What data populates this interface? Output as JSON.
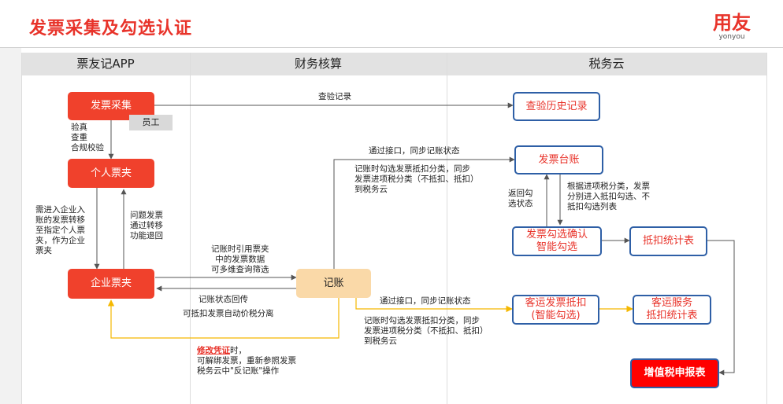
{
  "title": "发票采集及勾选认证",
  "logo": {
    "main": "用友",
    "sub": "yonyou"
  },
  "lanes": [
    "票友记APP",
    "财务核算",
    "税务云"
  ],
  "boxes": {
    "invoice_collect": "发票采集",
    "employee": "员工",
    "personal_folder": "个人票夹",
    "enterprise_folder": "企业票夹",
    "bookkeeping": "记账",
    "verify_history": "查验历史记录",
    "invoice_ledger": "发票台账",
    "select_confirm": "发票勾选确认\n智能勾选",
    "deduct_stats": "抵扣统计表",
    "passenger_deduct": "客运发票抵扣\n(智能勾选)",
    "passenger_stats": "客运服务\n抵扣统计表",
    "vat_report": "增值税申报表"
  },
  "labels": {
    "check_record": "查验记录",
    "verify_steps": "验真\n查重\n合规校验",
    "need_transfer": "需进入企业入\n账的发票转移\n至指定个人票\n夹，作为企业\n票夹",
    "problem_return": "问题发票\n通过转移\n功能退回",
    "sync_top": "通过接口，同步记账状态",
    "select_top": "记账时勾选发票抵扣分类，同步\n发票进项税分类（不抵扣、抵扣）\n到税务云",
    "return_status": "返回勾\n选状态",
    "by_category": "根据进项税分类，发票\n分别进入抵扣勾选、不\n抵扣勾选列表",
    "reference": "记账时引用票夹\n中的发票数据\n可多维查询筛选",
    "status_return": "记账状态回传",
    "auto_separate": "可抵扣发票自动价税分离",
    "sync_bottom": "通过接口，同步记账状态",
    "select_bottom": "记账时勾选发票抵扣分类，同步\n发票进项税分类（不抵扣、抵扣）\n到税务云",
    "modify_strong": "修改凭证",
    "modify_rest": "时，\n可解绑发票，重新参照发票\n税务云中\"反记账\"操作"
  },
  "colors": {
    "accent": "#e8332a",
    "box_red": "#f0412c",
    "outline_blue": "#2e5fa6",
    "arrow_yellow": "#f5b800",
    "beige": "#fad9a8"
  }
}
